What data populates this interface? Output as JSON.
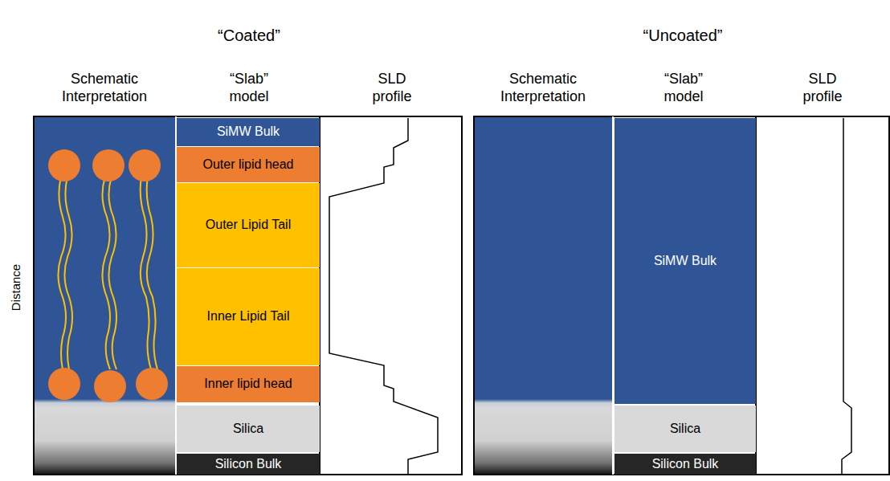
{
  "diagram": {
    "nodes": [
      {
        "text": [
          "SiMW Bulk"
        ]
      },
      {
        "text": [
          "Outer lipid head"
        ]
      },
      {
        "text": [
          "Outer Lipid Tail"
        ]
      },
      {
        "text": [
          "Inner Lipid Tail"
        ]
      },
      {
        "text": [
          "Inner lipid head"
        ]
      },
      {
        "text": [
          "Silica"
        ]
      },
      {
        "text": [
          "Silicon Bulk"
        ]
      },
      {
        "text": [
          "SiMW Bulk"
        ]
      },
      {
        "text": [
          "Silica"
        ]
      },
      {
        "text": [
          "Silicon Bulk"
        ]
      }
    ],
    "labels": [
      "“Coated”",
      "“Uncoated”",
      "Schematic Interpretation",
      "“Slab” model",
      "SLD profile",
      "Schematic Interpretation",
      "“Slab” model",
      "SLD profile",
      "Distance"
    ]
  }
}
